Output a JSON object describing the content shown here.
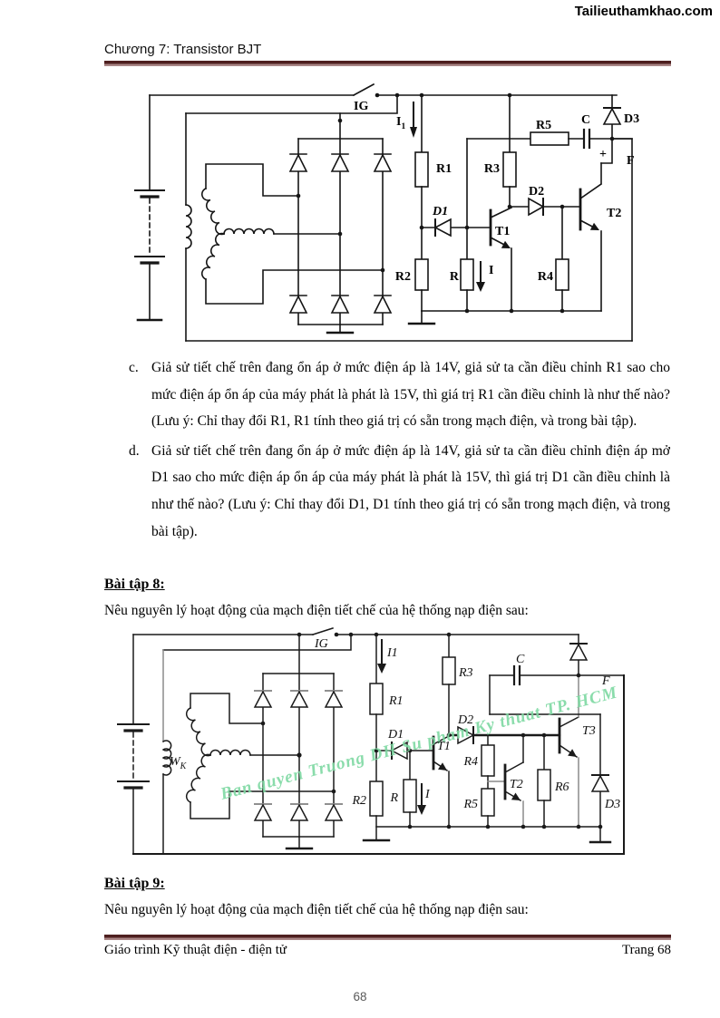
{
  "page": {
    "watermark_site": "Tailieuthamkhao.com",
    "header": {
      "chapter_title": "Chương 7: Transistor BJT"
    },
    "footer": {
      "left": "Giáo trình Kỹ thuật điện - điện tử",
      "right": "Trang 68",
      "page_number": "68"
    },
    "colors": {
      "rule_maroon": "#4e1f1f",
      "watermark_green": "#7ed9a2"
    }
  },
  "content": {
    "items": [
      {
        "marker": "c.",
        "text": "Giả sử tiết chế trên đang ổn áp ở mức điện áp là 14V, giả sử ta cần điều chỉnh R1 sao cho mức điện áp ổn áp của máy phát là phát là 15V, thì giá trị R1 cần điều chỉnh là như thế nào? (Lưu ý: Chỉ thay đổi R1, R1 tính theo giá trị có sẵn trong mạch điện, và trong bài tập)."
      },
      {
        "marker": "d.",
        "text": "Giả sử tiết chế trên đang ổn áp ở mức điện áp là 14V, giả sử ta cần điều chỉnh điện áp mở D1 sao cho mức điện áp ổn áp của máy phát là phát là 15V, thì giá trị D1 cần điều chỉnh là như thế nào? (Lưu ý: Chỉ thay đổi D1, D1 tính theo giá trị có sẵn trong mạch điện, và trong bài tập)."
      }
    ],
    "exercise8": {
      "heading": "Bài tập 8:",
      "prompt": "Nêu nguyên lý hoạt động của mạch điện tiết chế của hệ thống nạp điện sau:"
    },
    "exercise9": {
      "heading": "Bài tập 9:",
      "prompt": "Nêu nguyên lý hoạt động của mạch điện tiết chế của hệ thống nạp điện sau:"
    }
  },
  "circuit1": {
    "labels": {
      "ig": "IG",
      "i1_main": "I",
      "i1_sub": "1",
      "r1": "R1",
      "r2": "R2",
      "r3": "R3",
      "r4": "R4",
      "r5": "R5",
      "r": "R",
      "i": "I",
      "d1": "D1",
      "d2": "D2",
      "d3": "D3",
      "c": "C",
      "f": "F",
      "plus": "+",
      "t1": "T1",
      "t2": "T2"
    }
  },
  "circuit2": {
    "labels": {
      "ig": "IG",
      "i1": "I1",
      "r1": "R1",
      "r2": "R2",
      "r3": "R3",
      "r4": "R4",
      "r5": "R5",
      "r6": "R6",
      "r": "R",
      "i": "I",
      "d1": "D1",
      "d2": "D2",
      "d3": "D3",
      "c": "C",
      "f": "F",
      "t1": "T1",
      "t2": "T2",
      "t3": "T3",
      "wk_main": "W",
      "wk_sub": "K"
    },
    "watermark": "Ban quyen   Truong DH Su pham Ky thuat TP. HCM"
  }
}
